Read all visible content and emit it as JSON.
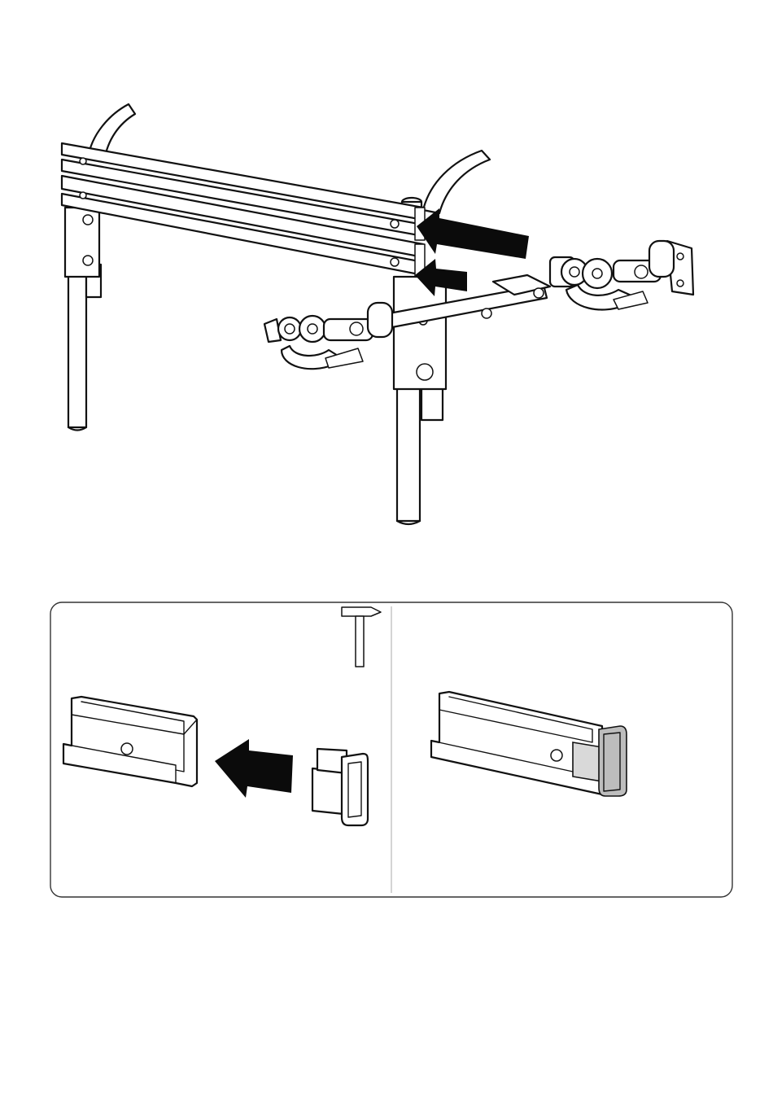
{
  "figure": {
    "top_illustration": "rack-rails-with-bike-mounts",
    "bottom_panel": {
      "left_step": {
        "tool_icon": "hammer-icon",
        "arrow_direction": "left"
      },
      "right_step": {
        "result": "end-cap-installed"
      }
    },
    "colors": {
      "line": "#111111",
      "fill": "#ffffff",
      "arrow": "#0b0b0b",
      "cap_shade": "#d9d9d9",
      "panel_border": "#333333",
      "divider": "#aaaaaa"
    }
  }
}
